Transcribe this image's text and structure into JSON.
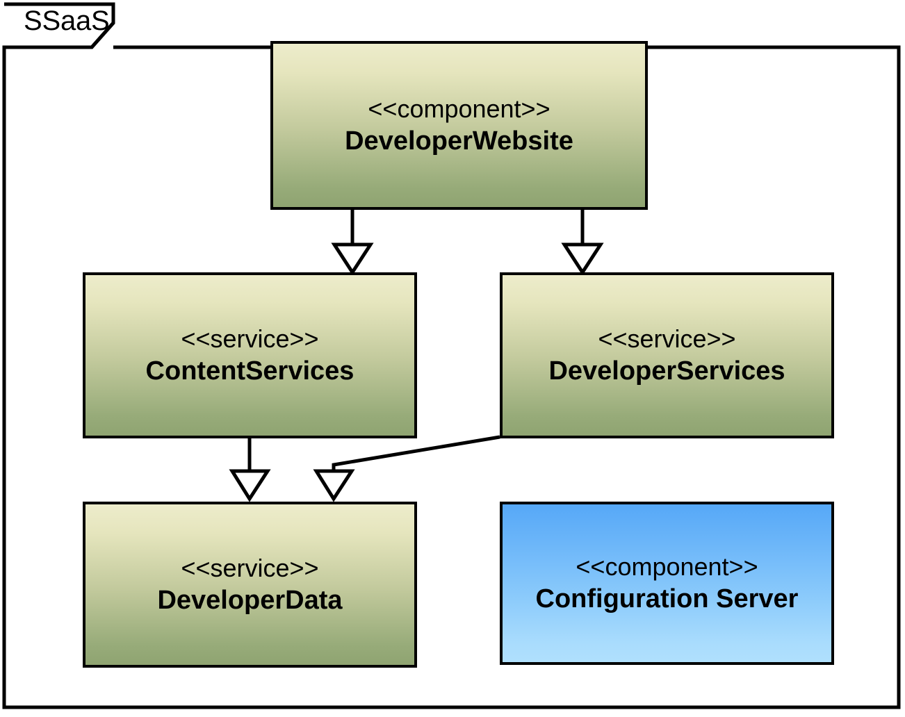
{
  "diagram": {
    "kind": "uml-component-diagram",
    "package": {
      "label": "SSaaS"
    },
    "colors": {
      "border": "#000000",
      "green_top": "#edeccb",
      "green_bottom": "#8fa471",
      "blue_top": "#56a8f7",
      "blue_bottom": "#b0e0fd",
      "background": "#ffffff"
    },
    "nodes": [
      {
        "id": "developer-website",
        "stereotype": "<<component>>",
        "name": "DeveloperWebsite",
        "fill": "green"
      },
      {
        "id": "content-services",
        "stereotype": "<<service>>",
        "name": "ContentServices",
        "fill": "green"
      },
      {
        "id": "developer-services",
        "stereotype": "<<service>>",
        "name": "DeveloperServices",
        "fill": "green"
      },
      {
        "id": "developer-data",
        "stereotype": "<<service>>",
        "name": "DeveloperData",
        "fill": "green"
      },
      {
        "id": "configuration-server",
        "stereotype": "<<component>>",
        "name": "Configuration Server",
        "fill": "blue"
      }
    ],
    "edges": [
      {
        "from": "developer-website",
        "to": "content-services",
        "arrow": "hollow-triangle"
      },
      {
        "from": "developer-website",
        "to": "developer-services",
        "arrow": "hollow-triangle"
      },
      {
        "from": "content-services",
        "to": "developer-data",
        "arrow": "hollow-triangle"
      },
      {
        "from": "developer-services",
        "to": "developer-data",
        "arrow": "hollow-triangle"
      }
    ]
  }
}
